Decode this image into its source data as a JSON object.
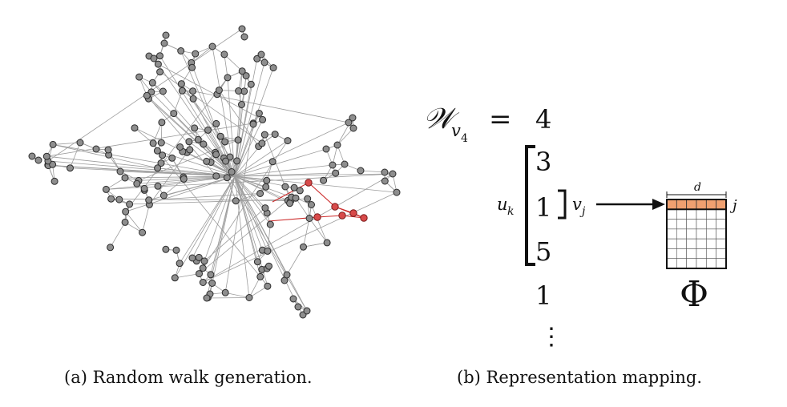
{
  "panel_a": {
    "caption": "(a) Random walk generation.",
    "walk_color": "#d84a4a",
    "node_color": "#8e8e8e",
    "edge_color": "#9c9c9c"
  },
  "panel_b": {
    "walk_symbol": "𝒲",
    "walk_subscript": "v",
    "walk_subsubscript": "4",
    "equals": "=",
    "sequence": [
      "4",
      "3",
      "1",
      "5",
      "1"
    ],
    "ellipsis": "⋮",
    "window_label": "u",
    "window_label_sub": "k",
    "target_label": "v",
    "target_label_sub": "j",
    "dim_label": "d",
    "row_label": "j",
    "matrix_symbol": "Φ",
    "highlight_color": "#f0a070",
    "caption": "(b) Representation mapping."
  }
}
